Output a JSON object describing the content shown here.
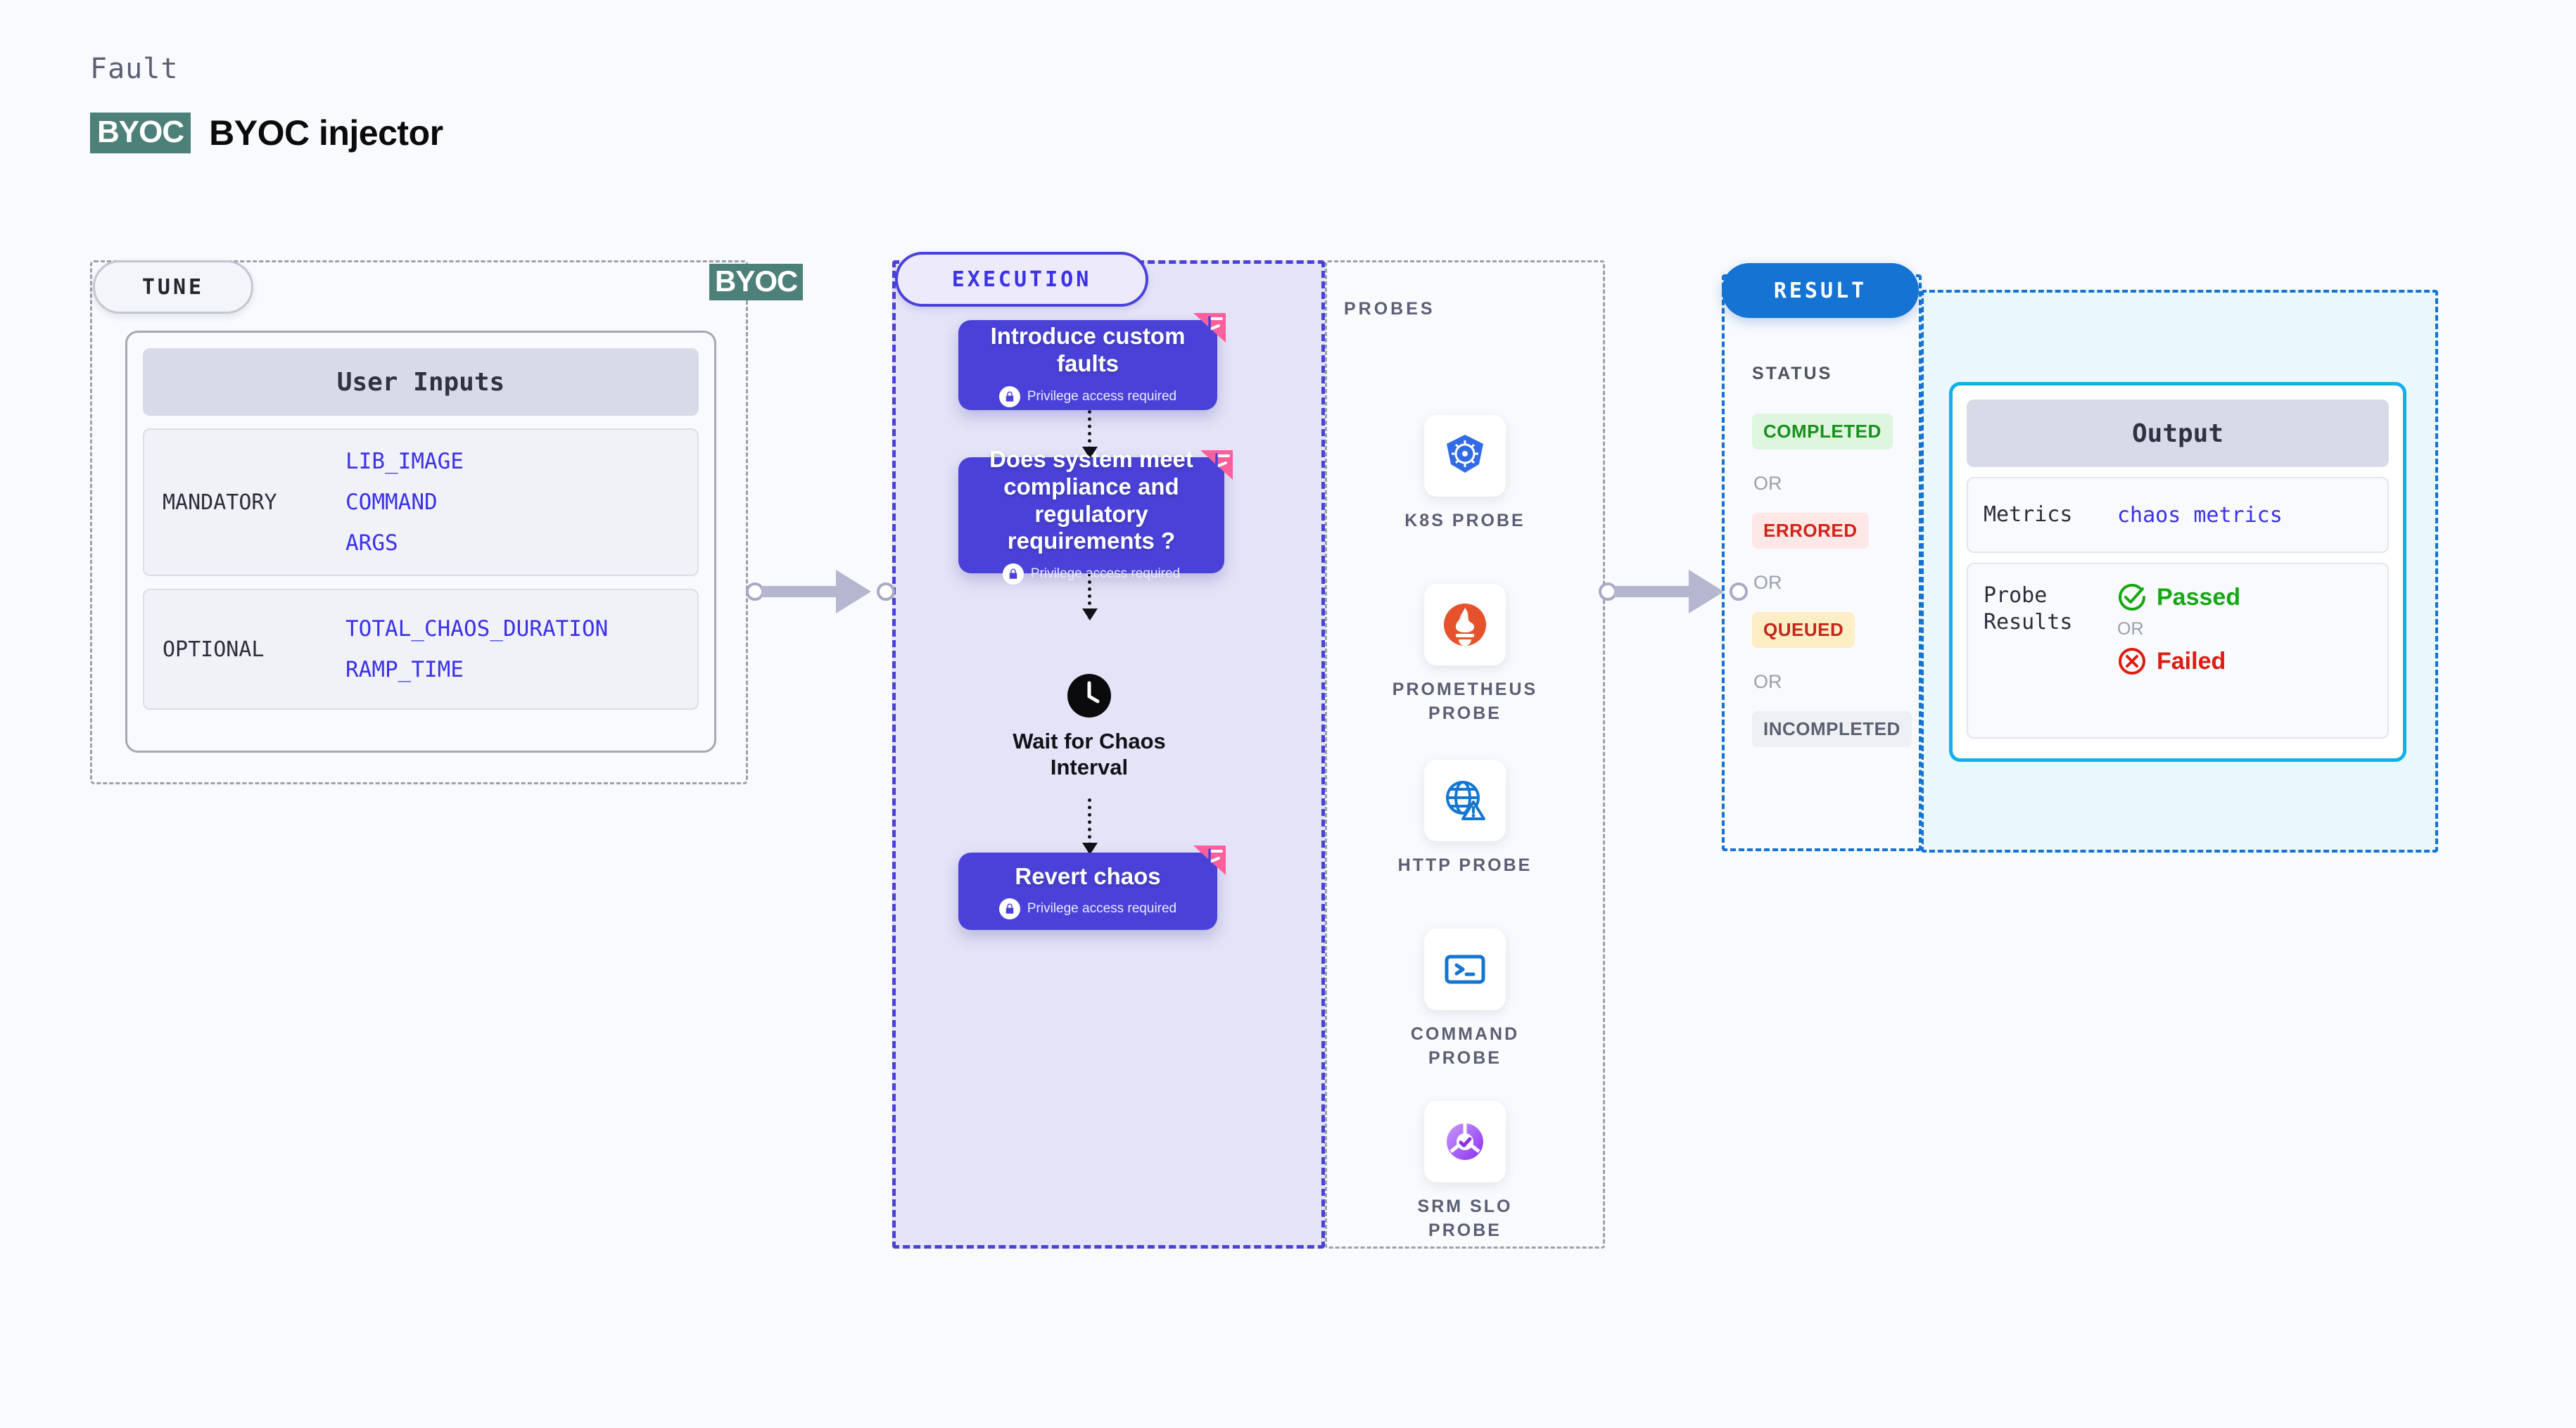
{
  "header": {
    "eyebrow": "Fault",
    "badge": "BYOC",
    "title": "BYOC injector"
  },
  "tune": {
    "pill_label": "TUNE",
    "byoc_tag": "BYOC",
    "card_header": "User Inputs",
    "groups": [
      {
        "label": "MANDATORY",
        "values": [
          "LIB_IMAGE",
          "COMMAND",
          "ARGS"
        ]
      },
      {
        "label": "OPTIONAL",
        "values": [
          "TOTAL_CHAOS_DURATION",
          "RAMP_TIME"
        ]
      }
    ]
  },
  "execution": {
    "pill_label": "EXECUTION",
    "privilege_note": "Privilege access required",
    "nodes": [
      {
        "title": "Introduce custom faults",
        "privileged": true
      },
      {
        "title": "Does system meet compliance and regulatory requirements ?",
        "privileged": true
      },
      {
        "title": "Revert chaos",
        "privileged": true
      }
    ],
    "wait_node": {
      "label": "Wait for Chaos Interval",
      "icon": "clock-icon"
    }
  },
  "probes": {
    "section_label": "PROBES",
    "items": [
      {
        "name": "K8S  PROBE",
        "icon": "kubernetes-icon"
      },
      {
        "name": "PROMETHEUS PROBE",
        "icon": "prometheus-icon"
      },
      {
        "name": "HTTP  PROBE",
        "icon": "http-globe-icon"
      },
      {
        "name": "COMMAND PROBE",
        "icon": "terminal-icon"
      },
      {
        "name": "SRM SLO PROBE",
        "icon": "srm-slo-icon"
      }
    ]
  },
  "result": {
    "pill_label": "RESULT",
    "status_label": "STATUS",
    "or_label": "OR",
    "statuses": [
      {
        "text": "COMPLETED",
        "bg": "#ddf6dd",
        "fg": "#1a8f1f"
      },
      {
        "text": "ERRORED",
        "bg": "#fde8e7",
        "fg": "#d32216"
      },
      {
        "text": "QUEUED",
        "bg": "#fdeec6",
        "fg": "#c4271a"
      },
      {
        "text": "INCOMPLETED",
        "bg": "#eef0f4",
        "fg": "#5b6070"
      }
    ],
    "output": {
      "header": "Output",
      "metrics_key": "Metrics",
      "metrics_value": "chaos metrics",
      "probe_results_key": "Probe Results",
      "passed": "Passed",
      "failed": "Failed",
      "or_label": "OR"
    }
  },
  "colors": {
    "page_bg": "#f8fafd",
    "byoc_teal": "#4d8079",
    "execution_purple": "#4a42d8",
    "execution_bg": "#e4e3f8",
    "result_blue": "#1573d4",
    "output_cyan": "#12b0e8",
    "output_bg": "#e9f8fd",
    "flag_pink": "#fb5f9c"
  }
}
